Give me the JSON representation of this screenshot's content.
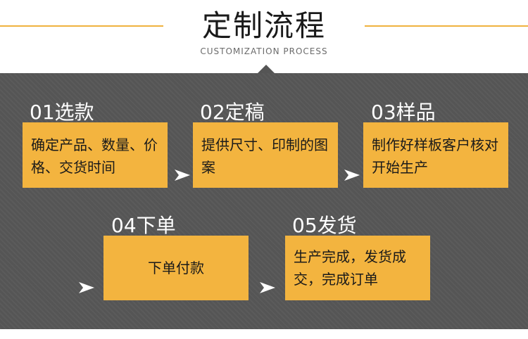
{
  "header": {
    "title": "定制流程",
    "subtitle": "CUSTOMIZATION PROCESS"
  },
  "colors": {
    "accent": "#f3b43f",
    "panel": "#555555",
    "label_text": "#ffffff",
    "box_text": "#1a1a1a"
  },
  "steps": [
    {
      "label": "01选款",
      "desc": "确定产品、数量、价格、交货时间"
    },
    {
      "label": "02定稿",
      "desc": "提供尺寸、印制的图案"
    },
    {
      "label": "03样品",
      "desc": "制作好样板客户核对开始生产"
    },
    {
      "label": "04下单",
      "desc": "下单付款"
    },
    {
      "label": "05发货",
      "desc": "生产完成，发货成交，完成订单"
    }
  ],
  "icons": {
    "arrow": "arrow-right-icon",
    "decoration": "pointer-triangle-icon"
  }
}
